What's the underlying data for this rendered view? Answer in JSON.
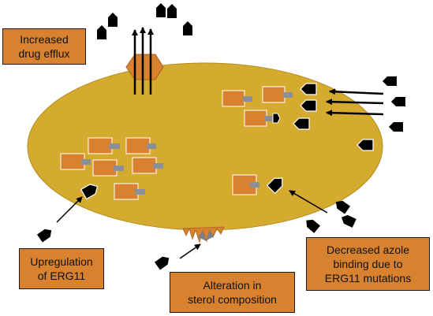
{
  "colors": {
    "cell_fill": "#d4ab2f",
    "cell_stroke": "#b38c1e",
    "enzyme": "#d8822f",
    "pump": "#d8822f",
    "drug": "#000000",
    "arrow": "#000000",
    "enzyme_bar": "#8a8f9a",
    "sterol_spike": "#d8822f",
    "sterol_tip": "#7a7f8a",
    "label_fill": "#d8822f"
  },
  "labels": {
    "efflux": "Increased\ndrug efflux",
    "upregulation": "Upregulation\nof ERG11",
    "sterol": "Alteration in\nsterol composition",
    "mutation": "Decreased azole\nbinding due to\nERG11 mutations"
  },
  "icons": {
    "drug": "azole-drug-icon",
    "enzyme": "erg11-enzyme-icon",
    "pump": "efflux-pump-icon",
    "sterol": "altered-sterol-spikes-icon"
  }
}
